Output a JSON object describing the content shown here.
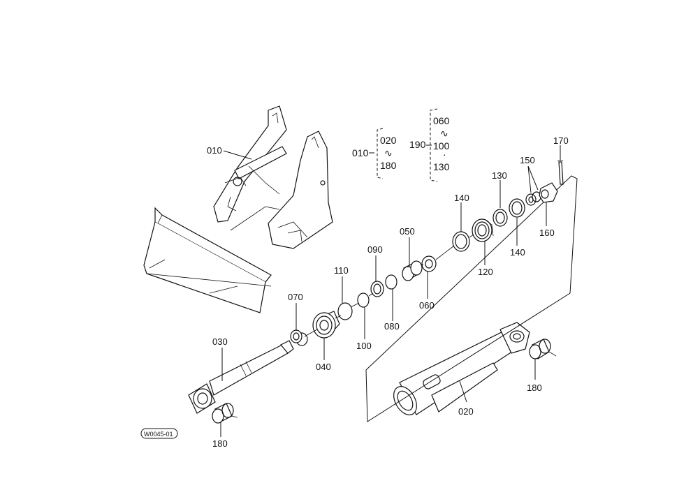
{
  "labels": {
    "p010": "010",
    "p020": "020",
    "p030": "030",
    "p040": "040",
    "p050": "050",
    "p060": "060",
    "p070": "070",
    "p080": "080",
    "p090": "090",
    "p100": "100",
    "p110": "110",
    "p120": "120",
    "p130": "130",
    "p140a": "140",
    "p140b": "140",
    "p150": "150",
    "p160": "160",
    "p170": "170",
    "p180a": "180",
    "p180b": "180"
  },
  "bracket_010": {
    "group": "010",
    "top": "020",
    "tilde": "∿",
    "bottom": "180"
  },
  "bracket_190": {
    "group": "190",
    "top": "060",
    "tilde": "∿",
    "middle": "100",
    "dot": "·",
    "bottom": "130"
  },
  "stamp": "W0045-01"
}
